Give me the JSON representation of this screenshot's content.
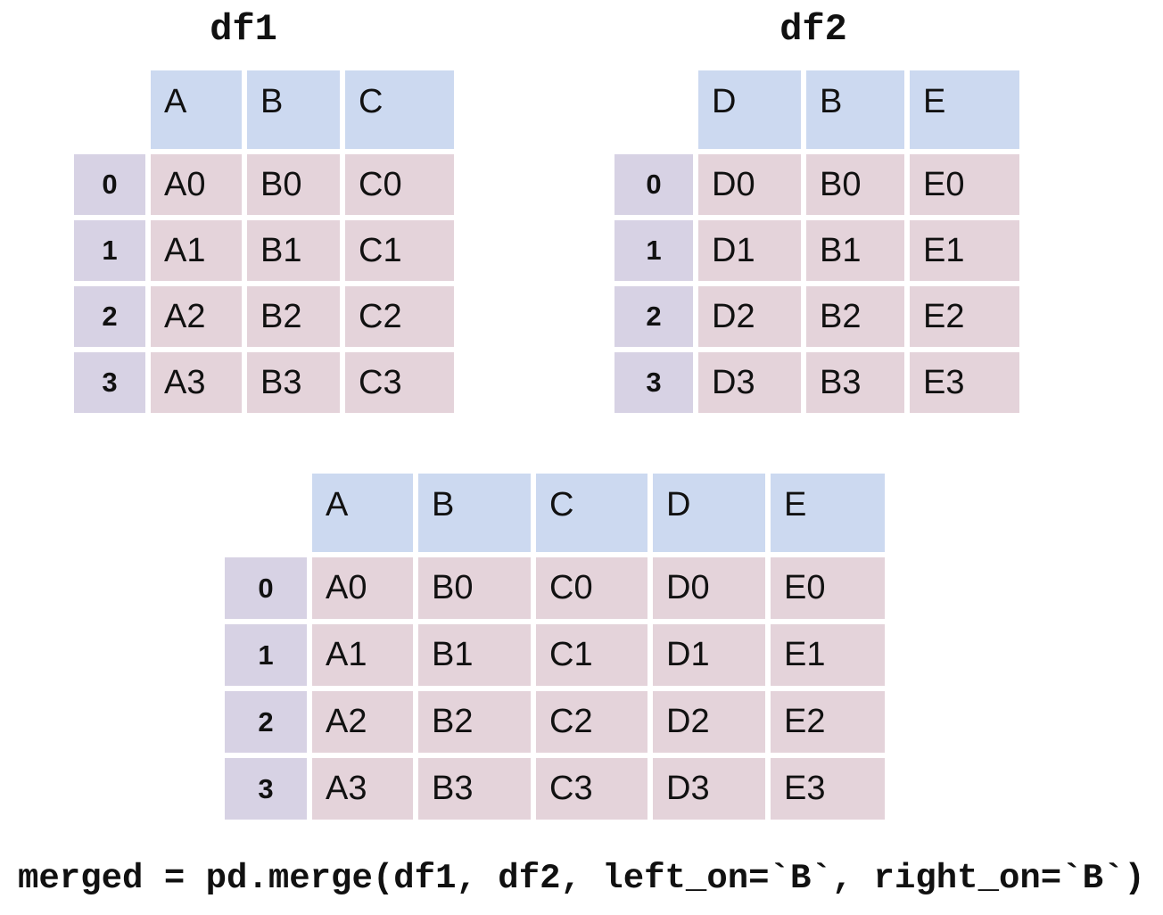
{
  "tables": {
    "df1": {
      "title": "df1",
      "columns": [
        "A",
        "B",
        "C"
      ],
      "index": [
        "0",
        "1",
        "2",
        "3"
      ],
      "rows": [
        [
          "A0",
          "B0",
          "C0"
        ],
        [
          "A1",
          "B1",
          "C1"
        ],
        [
          "A2",
          "B2",
          "C2"
        ],
        [
          "A3",
          "B3",
          "C3"
        ]
      ]
    },
    "df2": {
      "title": "df2",
      "columns": [
        "D",
        "B",
        "E"
      ],
      "index": [
        "0",
        "1",
        "2",
        "3"
      ],
      "rows": [
        [
          "D0",
          "B0",
          "E0"
        ],
        [
          "D1",
          "B1",
          "E1"
        ],
        [
          "D2",
          "B2",
          "E2"
        ],
        [
          "D3",
          "B3",
          "E3"
        ]
      ]
    },
    "merged": {
      "title": "",
      "columns": [
        "A",
        "B",
        "C",
        "D",
        "E"
      ],
      "index": [
        "0",
        "1",
        "2",
        "3"
      ],
      "rows": [
        [
          "A0",
          "B0",
          "C0",
          "D0",
          "E0"
        ],
        [
          "A1",
          "B1",
          "C1",
          "D1",
          "E1"
        ],
        [
          "A2",
          "B2",
          "C2",
          "D2",
          "E2"
        ],
        [
          "A3",
          "B3",
          "C3",
          "D3",
          "E3"
        ]
      ]
    }
  },
  "code": "merged = pd.merge(df1, df2, left_on=`B`, right_on=`B`)",
  "colors": {
    "header_blue": "#ccd9f0",
    "row_pink": "#e4d3da",
    "index_lavender": "#d7d2e4",
    "background": "#ffffff",
    "text": "#111111"
  }
}
